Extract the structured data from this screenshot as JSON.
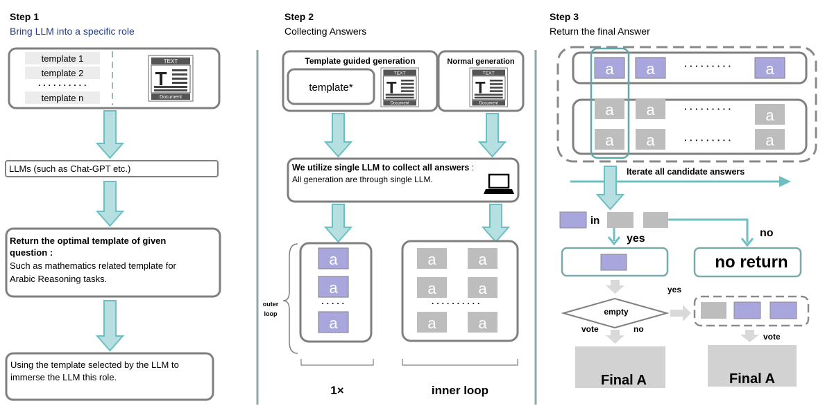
{
  "step1": {
    "title": "Step 1",
    "subtitle": "Bring LLM into a specific role",
    "templates": [
      "template 1",
      "template 2",
      "template n"
    ],
    "dots": "· · · · · · · · · ·",
    "llm_box": "LLMs (such as Chat-GPT etc.)",
    "optimal_heading_1": "Return the optimal template of given",
    "optimal_heading_2": "question :",
    "optimal_body_1": "Such as mathematics related template for",
    "optimal_body_2": "Arabic Reasoning tasks.",
    "immerse_1": "Using the template selected by the LLM to",
    "immerse_2": "immerse the LLM this role."
  },
  "doc_icon": {
    "top": "TEXT",
    "letter": "T",
    "bottom": "Document"
  },
  "step2": {
    "title": "Step 2",
    "subtitle": "Collecting Answers",
    "template_guided": "Template guided generation",
    "template_star": "template*",
    "normal": "Normal generation",
    "single_llm_bold": "We utilize single LLM to collect all answers",
    "single_llm_colon": " :",
    "single_llm_body": "All generation are through single LLM.",
    "answer": "a",
    "dots_short": "· · · · ·",
    "dots_long": "· · · · · · · · · ·",
    "outer_1": "outer",
    "outer_2": "loop",
    "label_1x": "1×",
    "label_inner": "inner loop"
  },
  "step3": {
    "title": "Step 3",
    "subtitle": "Return the final Answer",
    "answer": "a",
    "dots": "· · · · · · · · ·",
    "iterate": "Iterate all candidate answers",
    "in": "in",
    "yes": "yes",
    "no": "no",
    "no_return": "no return",
    "empty": "empty",
    "yes_small": "yes",
    "vote": "vote",
    "no_small": "no",
    "final": "Final A"
  },
  "colors": {
    "border": "#7f7f7f",
    "teal": "#6bbfc2",
    "teal_fill": "#b6dfe1",
    "purple": "#a8a6dd",
    "grey_box": "#bdbdbd",
    "final_fill": "#d2d2d2",
    "divider": "#8fa8a8"
  }
}
